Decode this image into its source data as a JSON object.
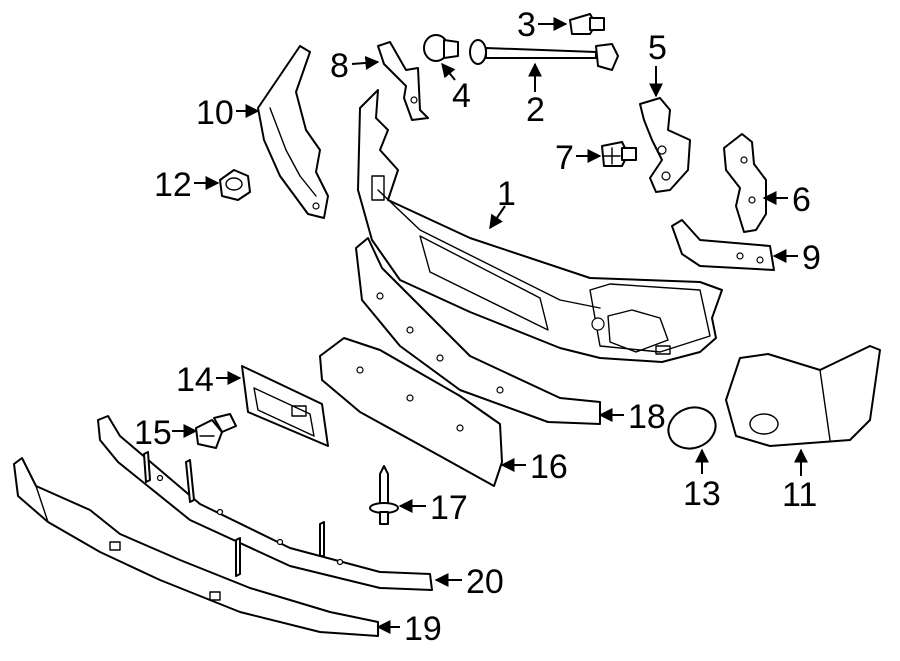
{
  "diagram": {
    "colors": {
      "line": "#000000",
      "fill": "#ffffff",
      "background": "#ffffff"
    },
    "callouts": {
      "c1": "1",
      "c2": "2",
      "c3": "3",
      "c4": "4",
      "c5": "5",
      "c6": "6",
      "c7": "7",
      "c8": "8",
      "c9": "9",
      "c10": "10",
      "c11": "11",
      "c12": "12",
      "c13": "13",
      "c14": "14",
      "c15": "15",
      "c16": "16",
      "c17": "17",
      "c18": "18",
      "c19": "19",
      "c20": "20"
    }
  }
}
